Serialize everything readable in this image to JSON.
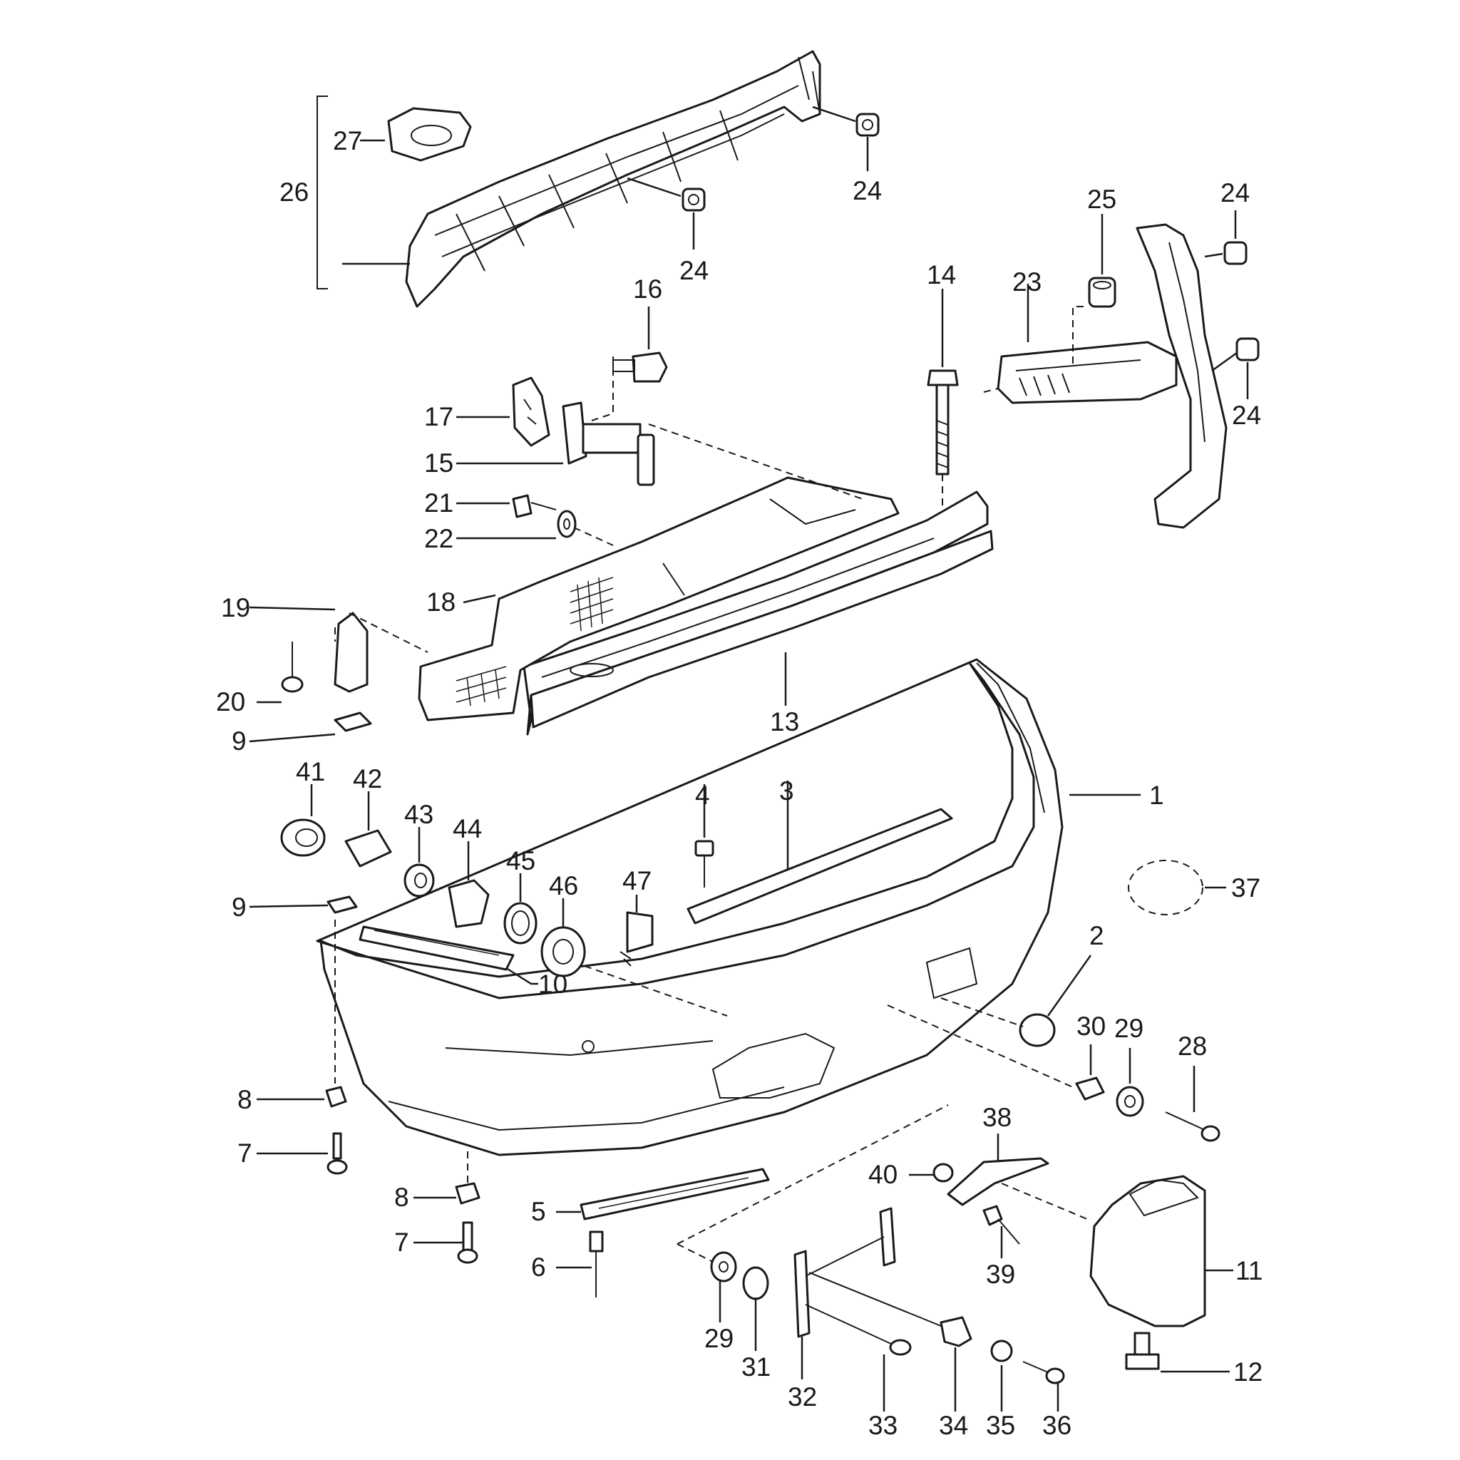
{
  "diagram": {
    "callouts": [
      {
        "id": "c1",
        "text": "1"
      },
      {
        "id": "c2",
        "text": "2"
      },
      {
        "id": "c3",
        "text": "3"
      },
      {
        "id": "c4",
        "text": "4"
      },
      {
        "id": "c5",
        "text": "5"
      },
      {
        "id": "c6",
        "text": "6"
      },
      {
        "id": "c7a",
        "text": "7"
      },
      {
        "id": "c7b",
        "text": "7"
      },
      {
        "id": "c8a",
        "text": "8"
      },
      {
        "id": "c8b",
        "text": "8"
      },
      {
        "id": "c9a",
        "text": "9"
      },
      {
        "id": "c9b",
        "text": "9"
      },
      {
        "id": "c10",
        "text": "10"
      },
      {
        "id": "c11",
        "text": "11"
      },
      {
        "id": "c12",
        "text": "12"
      },
      {
        "id": "c13",
        "text": "13"
      },
      {
        "id": "c14",
        "text": "14"
      },
      {
        "id": "c15",
        "text": "15"
      },
      {
        "id": "c16",
        "text": "16"
      },
      {
        "id": "c17",
        "text": "17"
      },
      {
        "id": "c18",
        "text": "18"
      },
      {
        "id": "c19",
        "text": "19"
      },
      {
        "id": "c20",
        "text": "20"
      },
      {
        "id": "c21",
        "text": "21"
      },
      {
        "id": "c22",
        "text": "22"
      },
      {
        "id": "c23",
        "text": "23"
      },
      {
        "id": "c24a",
        "text": "24"
      },
      {
        "id": "c24b",
        "text": "24"
      },
      {
        "id": "c24c",
        "text": "24"
      },
      {
        "id": "c24d",
        "text": "24"
      },
      {
        "id": "c25",
        "text": "25"
      },
      {
        "id": "c26",
        "text": "26"
      },
      {
        "id": "c27",
        "text": "27"
      },
      {
        "id": "c28",
        "text": "28"
      },
      {
        "id": "c29a",
        "text": "29"
      },
      {
        "id": "c29b",
        "text": "29"
      },
      {
        "id": "c30",
        "text": "30"
      },
      {
        "id": "c31",
        "text": "31"
      },
      {
        "id": "c32",
        "text": "32"
      },
      {
        "id": "c33",
        "text": "33"
      },
      {
        "id": "c34",
        "text": "34"
      },
      {
        "id": "c35",
        "text": "35"
      },
      {
        "id": "c36",
        "text": "36"
      },
      {
        "id": "c37",
        "text": "37"
      },
      {
        "id": "c38",
        "text": "38"
      },
      {
        "id": "c39",
        "text": "39"
      },
      {
        "id": "c40",
        "text": "40"
      },
      {
        "id": "c41",
        "text": "41"
      },
      {
        "id": "c42",
        "text": "42"
      },
      {
        "id": "c43",
        "text": "43"
      },
      {
        "id": "c44",
        "text": "44"
      },
      {
        "id": "c45",
        "text": "45"
      },
      {
        "id": "c46",
        "text": "46"
      },
      {
        "id": "c47",
        "text": "47"
      }
    ]
  }
}
